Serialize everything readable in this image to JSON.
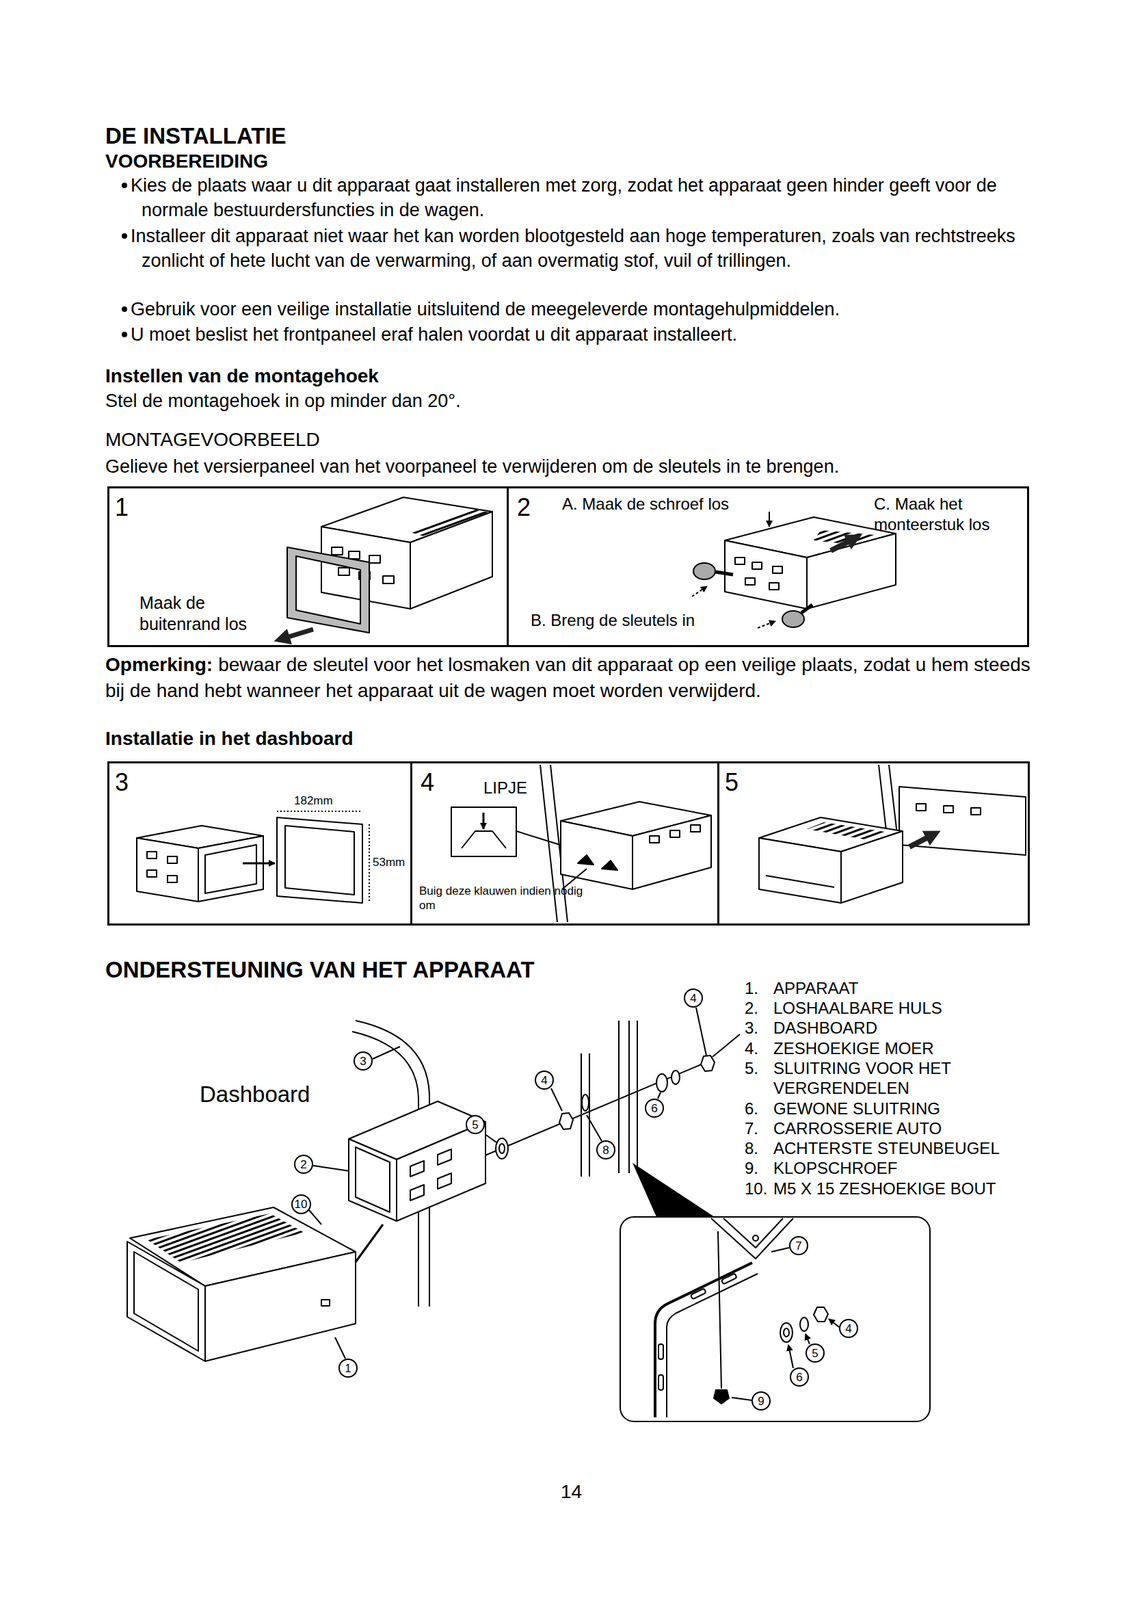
{
  "diagram": {
    "title": "DE INSTALLATIE",
    "nodes": [
      {
        "text": [
          "1",
          "Maak de buitenrand los"
        ]
      },
      {
        "text": [
          "2",
          "A. Maak de schroef los",
          "C. Maak het monteerstuk los",
          "B. Breng de sleutels in"
        ]
      },
      {
        "text": [
          "3",
          "182mm",
          "53mm"
        ]
      },
      {
        "text": [
          "4",
          "LIPJE",
          "Buig deze klauwen indien nodig om"
        ]
      },
      {
        "text": [
          "5"
        ]
      },
      {
        "text": [
          "4"
        ]
      },
      {
        "text": [
          "3"
        ]
      },
      {
        "text": [
          "4"
        ]
      },
      {
        "text": [
          "6"
        ]
      },
      {
        "text": [
          "5"
        ]
      },
      {
        "text": [
          "8"
        ]
      },
      {
        "text": [
          "2"
        ]
      },
      {
        "text": [
          "10"
        ]
      },
      {
        "text": [
          "1"
        ]
      },
      {
        "text": [
          "7"
        ]
      },
      {
        "text": [
          "4"
        ]
      },
      {
        "text": [
          "5"
        ]
      },
      {
        "text": [
          "6"
        ]
      },
      {
        "text": [
          "9"
        ]
      }
    ],
    "labels": [
      "VOORBEREIDING",
      "Kies de plaats waar u dit apparaat gaat installeren met zorg, zodat het apparaat geen hinder geeft voor de normale bestuurdersfuncties in de wagen.",
      "Installeer dit apparaat niet waar het kan worden blootgesteld aan hoge temperaturen, zoals van rechtstreeks zonlicht of hete lucht van de verwarming, of aan overmatig stof, vuil of trillingen.",
      "Gebruik voor een veilige installatie uitsluitend de meegeleverde montagehulpmiddelen.",
      "U moet beslist het frontpaneel eraf halen voordat u dit apparaat installeert.",
      "Instellen van de montagehoek",
      "Stel de montagehoek in op minder dan 20°.",
      "MONTAGEVOORBEELD",
      "Gelieve het versierpaneel van het voorpaneel te verwijderen om de sleutels in te brengen.",
      "Opmerking:",
      "bewaar de sleutel voor het losmaken van dit apparaat op een veilige plaats, zodat u hem steeds bij de hand hebt wanneer het apparaat uit de wagen moet worden verwijderd.",
      "Installatie in het dashboard",
      "ONDERSTEUNING VAN HET APPARAAT",
      "Dashboard",
      "1.",
      "APPARAAT",
      "2.",
      "LOSHAALBARE HULS",
      "3.",
      "DASHBOARD",
      "4.",
      "ZESHOEKIGE MOER",
      "5.",
      "SLUITRING VOOR HET VERGRENDELEN",
      "6.",
      "GEWONE SLUITRING",
      "7.",
      "CARROSSERIE AUTO",
      "8.",
      "ACHTERSTE STEUNBEUGEL",
      "9.",
      "KLOPSCHROEF",
      "10.",
      "M5 X 15 ZESHOEKIGE BOUT",
      "14"
    ]
  }
}
